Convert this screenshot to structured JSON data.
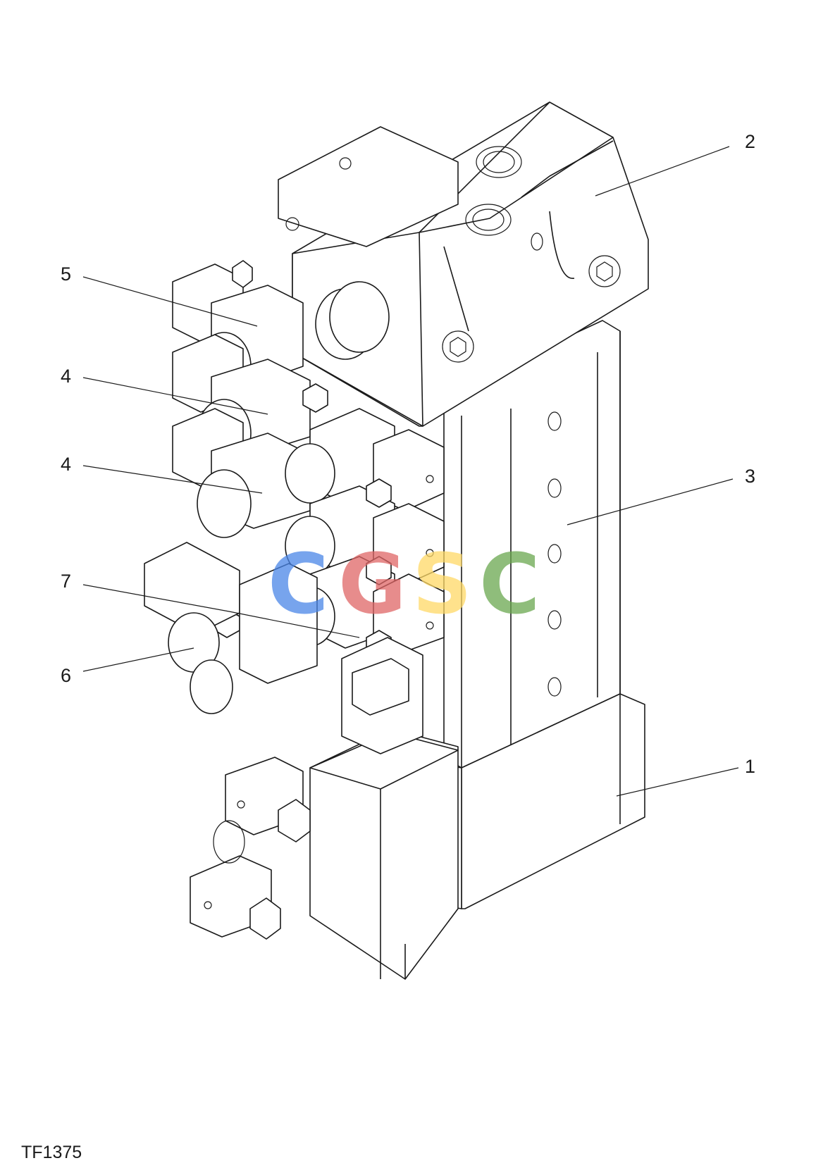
{
  "figure_id": "TF1375",
  "watermark": {
    "letters": [
      "C",
      "G",
      "S",
      "C"
    ],
    "colors": [
      "#4a86e8",
      "#e06666",
      "#ffd966",
      "#6aa84f"
    ]
  },
  "callouts": [
    {
      "id": "c1",
      "label": "1"
    },
    {
      "id": "c2",
      "label": "2"
    },
    {
      "id": "c3",
      "label": "3"
    },
    {
      "id": "c4a",
      "label": "4"
    },
    {
      "id": "c4b",
      "label": "4"
    },
    {
      "id": "c5",
      "label": "5"
    },
    {
      "id": "c6",
      "label": "6"
    },
    {
      "id": "c7",
      "label": "7"
    }
  ]
}
